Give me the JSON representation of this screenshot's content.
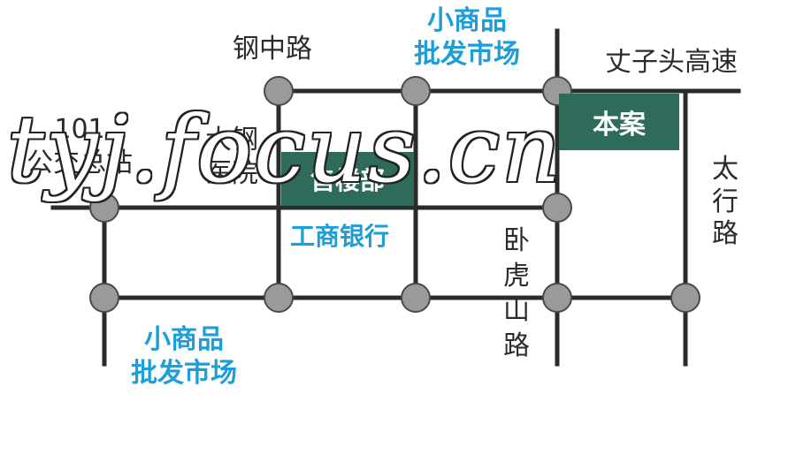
{
  "roads": {
    "gangzhong": "钢中路",
    "zhangzitou": "丈子头高速",
    "taihang": "太行路",
    "wohushan": "卧虎山路"
  },
  "places": {
    "market_top": [
      "小商品",
      "批发市场"
    ],
    "market_bottom": [
      "小商品",
      "批发市场"
    ],
    "bus_station": [
      "101",
      "公交总站"
    ],
    "hospital": [
      "大钢",
      "医院"
    ],
    "sales_office": "售楼部",
    "bank": "工商银行",
    "project": "本案"
  },
  "watermark": "tyj.focus.cn",
  "colors": {
    "road": "#2b2b2b",
    "node": "#9a9a9a",
    "block": "#2f6b5a",
    "blue_text": "#1d9ed8"
  }
}
